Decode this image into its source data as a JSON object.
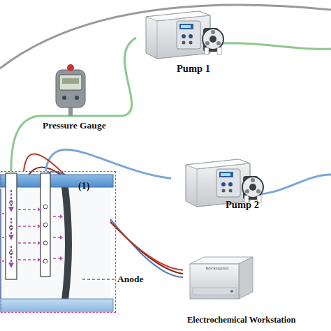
{
  "diagram": {
    "nodes": [
      {
        "text": [
          "Pump 1"
        ]
      },
      {
        "text": [
          "Pressure Gauge"
        ]
      },
      {
        "text": [
          "Pump 2"
        ]
      },
      {
        "text": [
          "(1)"
        ]
      },
      {
        "text": [
          "Workstation",
          "Electrochemical Workstation"
        ]
      }
    ],
    "edges": [
      {
        "from": 0,
        "to": 1,
        "arrow": "none"
      },
      {
        "from": 1,
        "to": 3,
        "arrow": "none"
      },
      {
        "from": 2,
        "to": 3,
        "arrow": "none"
      },
      {
        "from": 4,
        "to": 3,
        "arrow": "none"
      }
    ],
    "labels": [
      "Anode"
    ]
  }
}
